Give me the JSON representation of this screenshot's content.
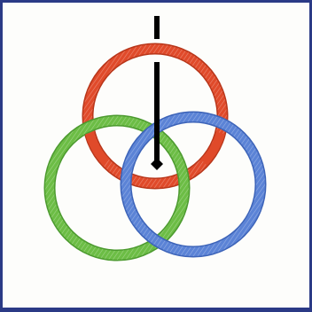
{
  "figure": {
    "frame_color": "#2b3a86",
    "background": "#fdfdfb",
    "rings": [
      {
        "name": "red-ring",
        "color": "#e04a2a"
      },
      {
        "name": "green-ring",
        "color": "#6cbd45"
      },
      {
        "name": "blue-ring",
        "color": "#5b83d6"
      }
    ],
    "pointer": {
      "color": "#000000"
    }
  }
}
